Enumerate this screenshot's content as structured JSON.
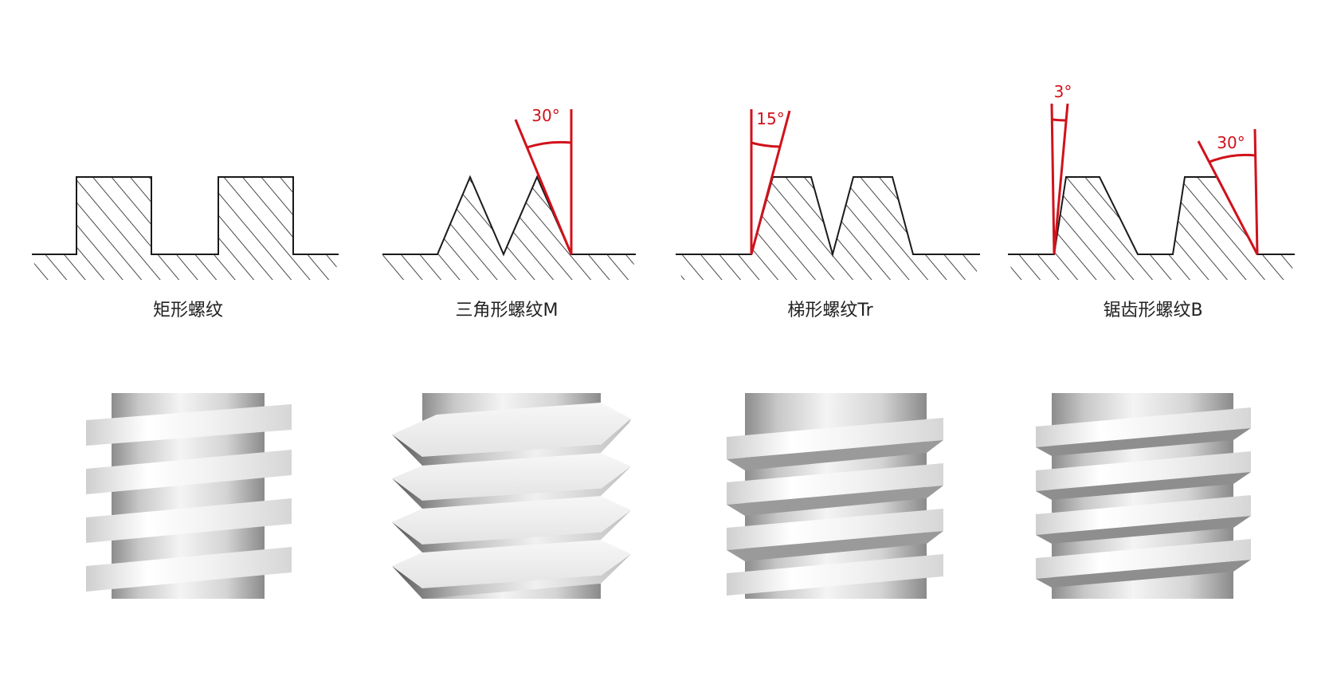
{
  "accent_color": "#d0121b",
  "outline_color": "#1a1a1a",
  "threads": [
    {
      "id": "rectangular",
      "name": "矩形螺纹",
      "angles": []
    },
    {
      "id": "triangular",
      "name": "三角形螺纹M",
      "angles": [
        "30°"
      ]
    },
    {
      "id": "trapezoidal",
      "name": "梯形螺纹Tr",
      "angles": [
        "15°"
      ]
    },
    {
      "id": "buttress",
      "name": "锯齿形螺纹B",
      "angles": [
        "3°",
        "30°"
      ]
    }
  ]
}
